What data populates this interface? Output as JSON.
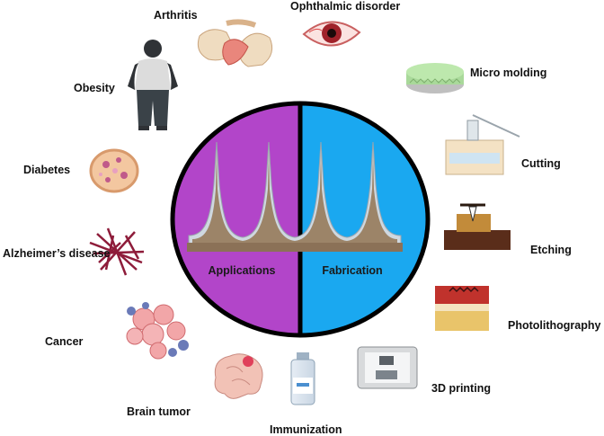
{
  "colors": {
    "applications_half": "#b245c9",
    "fabrication_half": "#1aa8f0",
    "outline": "#000000",
    "needle_fill": "#9c8468",
    "needle_edge": "#cfd8e0",
    "needle_base": "#8b7157"
  },
  "center": {
    "applications_label": "Applications",
    "fabrication_label": "Fabrication"
  },
  "applications": [
    {
      "label": "Arthritis",
      "icon": "joint-icon"
    },
    {
      "label": "Ophthalmic disorder",
      "icon": "eye-icon"
    },
    {
      "label": "Obesity",
      "icon": "person-icon"
    },
    {
      "label": "Diabetes",
      "icon": "pancreas-islet-icon"
    },
    {
      "label": "Alzheimer’s disease",
      "icon": "amyloid-fibrils-icon"
    },
    {
      "label": "Cancer",
      "icon": "tumor-cells-icon"
    },
    {
      "label": "Brain tumor",
      "icon": "brain-icon"
    },
    {
      "label": "Immunization",
      "icon": "vaccine-vial-icon"
    }
  ],
  "fabrication": [
    {
      "label": "Micro molding",
      "icon": "mold-icon"
    },
    {
      "label": "Cutting",
      "icon": "cutting-tool-icon"
    },
    {
      "label": "Etching",
      "icon": "etching-icon"
    },
    {
      "label": "Photolithography",
      "icon": "photolithography-icon"
    },
    {
      "label": "3D printing",
      "icon": "3d-printer-icon"
    }
  ]
}
